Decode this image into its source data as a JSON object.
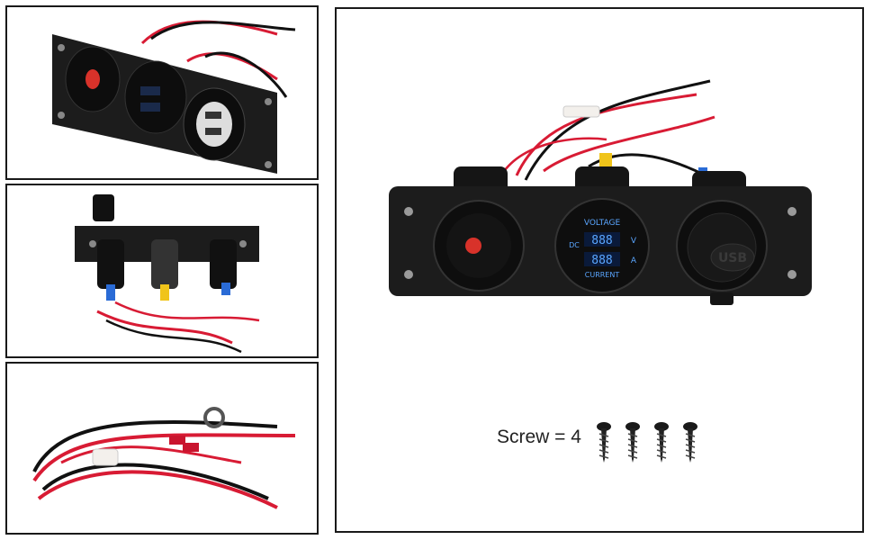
{
  "panel_labels": {
    "voltage": "VOLTAGE",
    "current": "CURRENT",
    "dc": "DC",
    "v": "V",
    "a": "A",
    "digits": "888"
  },
  "socket_cap_text": "USB",
  "screws": {
    "caption": "Screw = 4",
    "count": 4
  },
  "colors": {
    "panel": "#1c1c1c",
    "wire_red": "#d81b34",
    "wire_black": "#111111",
    "connector_yellow": "#f0c41a",
    "connector_blue": "#2a6bd6",
    "led_red": "#d8322a",
    "display_blue": "#5aa6ff"
  }
}
